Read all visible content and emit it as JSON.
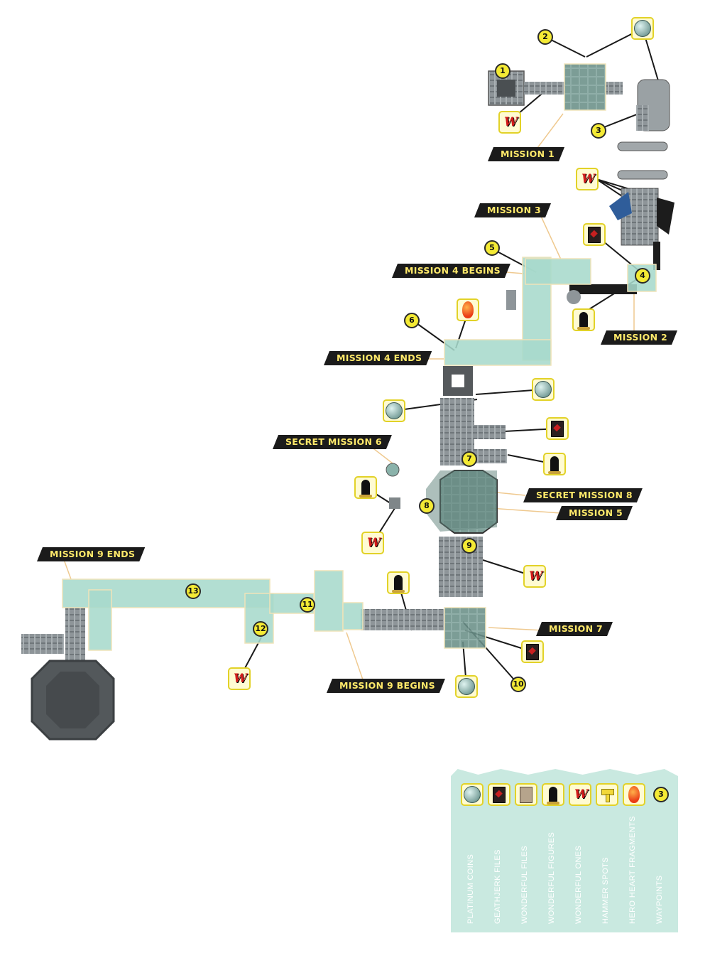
{
  "missions": {
    "m1": "MISSION 1",
    "m2": "MISSION 2",
    "m3": "MISSION 3",
    "m4b": "MISSION 4 BEGINS",
    "m4e": "MISSION 4 ENDS",
    "s6": "SECRET MISSION 6",
    "s8": "SECRET MISSION 8",
    "m5": "MISSION 5",
    "m7": "MISSION 7",
    "m9e": "MISSION 9 ENDS",
    "m9b": "MISSION 9 BEGINS"
  },
  "waypoints": [
    "1",
    "2",
    "3",
    "4",
    "5",
    "6",
    "7",
    "8",
    "9",
    "10",
    "11",
    "12",
    "13"
  ],
  "legend": {
    "platinum_coins": "PLATINUM COINS",
    "geathjerk_files": "GEATHJERK FILES",
    "wonderful_files": "WONDERFUL FILES",
    "wonderful_figures": "WONDERFUL FIGURES",
    "wonderful_ones": "WONDERFUL ONES",
    "hammer_spots": "HAMMER SPOTS",
    "hero_heart_fragments": "HERO HEART FRAGMENTS",
    "waypoints": "WAYPOINTS",
    "waypoint_sample": "3"
  },
  "icon_names": [
    "platinum-coin-icon",
    "geathjerk-file-icon",
    "wonderful-file-icon",
    "wonderful-figure-icon",
    "wonderful-one-icon",
    "hammer-spot-icon",
    "hero-heart-fragment-icon",
    "waypoint-icon"
  ],
  "colors": {
    "route_fill": "#a7d9cc",
    "structure": "#8e9599",
    "label_bg": "#1b1b1b",
    "label_text": "#ffe96a",
    "waypoint": "#f4ea35",
    "legend_bg": "#c9e9e0"
  }
}
